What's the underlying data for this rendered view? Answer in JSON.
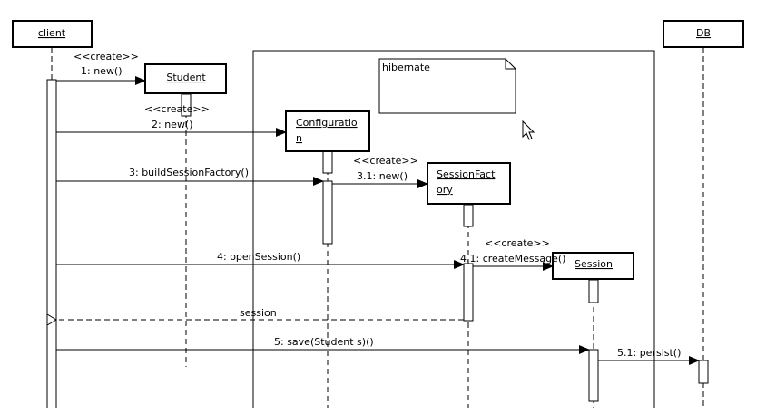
{
  "diagram": {
    "frame": {
      "label": ""
    },
    "note": {
      "text": "hibernate"
    },
    "objects": {
      "client": {
        "name": "client"
      },
      "db": {
        "name": "DB"
      },
      "student": {
        "name": "Student"
      },
      "configuration": {
        "name_line1": "Configuratio",
        "name_line2": "n"
      },
      "session_factory": {
        "name_line1": "SessionFact",
        "name_line2": "ory"
      },
      "session": {
        "name": "Session"
      }
    },
    "messages": {
      "m1": {
        "stereotype": "<<create>>",
        "label": "1: new()"
      },
      "m2": {
        "stereotype": "<<create>>",
        "label": "2: new()"
      },
      "m3": {
        "label": "3: buildSessionFactory()"
      },
      "m31": {
        "stereotype": "<<create>>",
        "label": "3.1: new()"
      },
      "m4": {
        "label": "4: openSession()"
      },
      "m41": {
        "stereotype": "<<create>>",
        "label": "4.1: createMessage()"
      },
      "ret": {
        "label": "session"
      },
      "m5": {
        "label": "5: save(Student s)()"
      },
      "m51": {
        "label": "5.1: persist()"
      }
    }
  }
}
